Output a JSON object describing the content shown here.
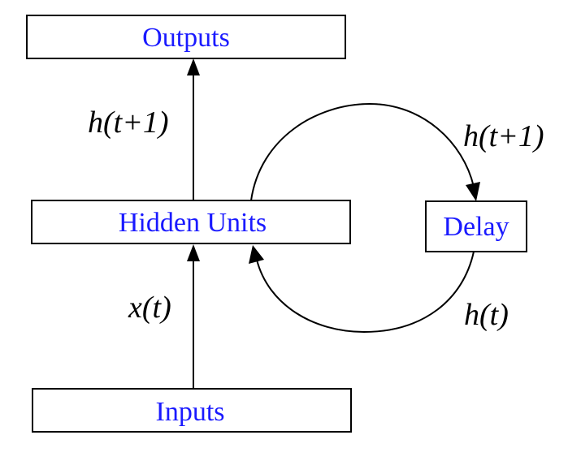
{
  "boxes": {
    "outputs": "Outputs",
    "hidden": "Hidden Units",
    "delay": "Delay",
    "inputs": "Inputs"
  },
  "labels": {
    "output_edge": "h(t+1)",
    "input_edge": "x(t)",
    "delay_in": "h(t+1)",
    "delay_out": "h(t)"
  },
  "colors": {
    "box_text": "#1a1aff",
    "lines": "#000000"
  }
}
